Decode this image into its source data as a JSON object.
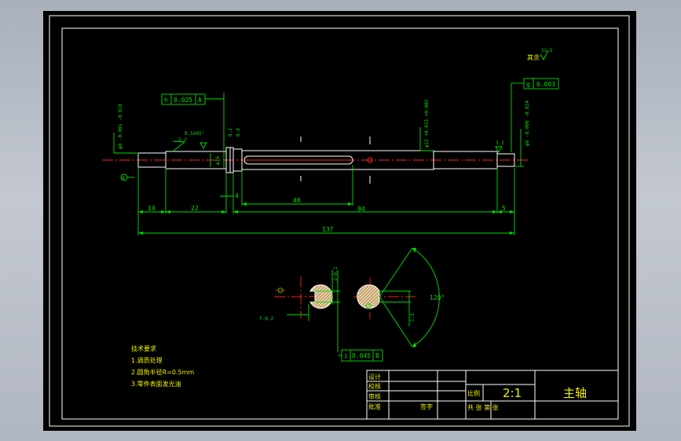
{
  "drawing": {
    "roughness_label": "其余",
    "roughness_values": {
      "general": "12.5",
      "left_end": "3.2",
      "right_end": "3.2",
      "shoulder": "0.8"
    },
    "dims": {
      "d1": "10",
      "d2": "22",
      "d3": "4",
      "d4": "40",
      "d5": "94",
      "d6": "5",
      "d7": "137",
      "shoulder_dia": "φ16",
      "left_dia": "φ8 -0.001 -0.010",
      "mid_dia": "φ12 +0.015 +0.002",
      "right_dia": "φ8 -0.006 -0.014",
      "chamfer": "0.5X45°",
      "gap": "0.2",
      "key_depth": "7-0.2",
      "key_width": "2-0.1",
      "flat_depth": "1.5",
      "angle": "120°"
    },
    "tolerances": {
      "runout": {
        "symbol": "h",
        "value": "0.025",
        "datum": "A"
      },
      "cylindricity": {
        "symbol": "g",
        "value": "0.003"
      },
      "symmetry": {
        "symbol": "i",
        "value": "0.045",
        "datum": "B"
      }
    },
    "datum_labels": {
      "a": "A",
      "b": "B"
    }
  },
  "notes": {
    "title": "技术要求",
    "items": [
      "1.调质处理",
      "2.圆角半径R=0.5mm",
      "3.零件表面发光油"
    ]
  },
  "titleblock": {
    "rows": [
      "设计",
      "校核",
      "审核",
      "批准"
    ],
    "scale_label": "比例",
    "scale_value": "2:1",
    "part_name": "主轴",
    "sheet_label": "共   张  第   张",
    "sign_label": "签字"
  },
  "colors": {
    "background": "#000000",
    "outline": "#ffffff",
    "dimension": "#00e000",
    "centerline": "#ff2020",
    "text": "#f0f000"
  }
}
